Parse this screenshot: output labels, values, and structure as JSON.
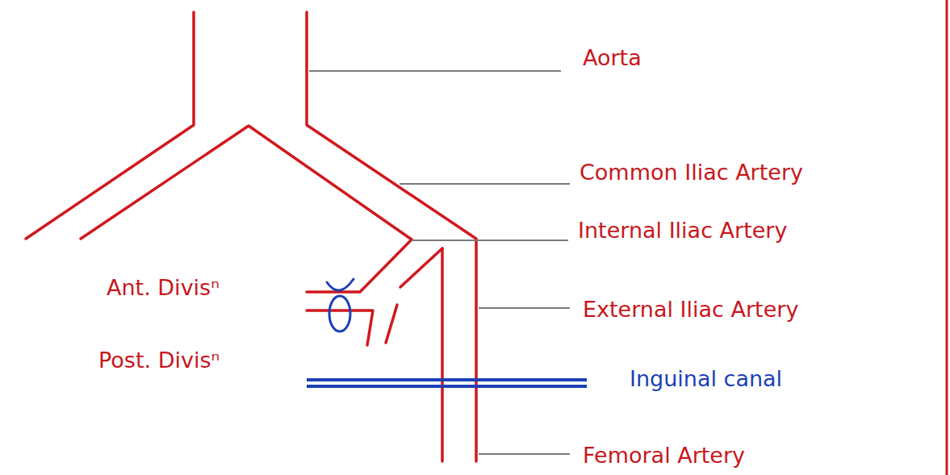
{
  "diagram": {
    "labels": [
      "Aorta",
      "Common Iliac Artery",
      "Internal Iliac Artery",
      "Ant. Divisⁿ",
      "External Iliac Artery",
      "Post. Divisⁿ",
      "Inguinal canal",
      "Femoral Artery"
    ]
  }
}
